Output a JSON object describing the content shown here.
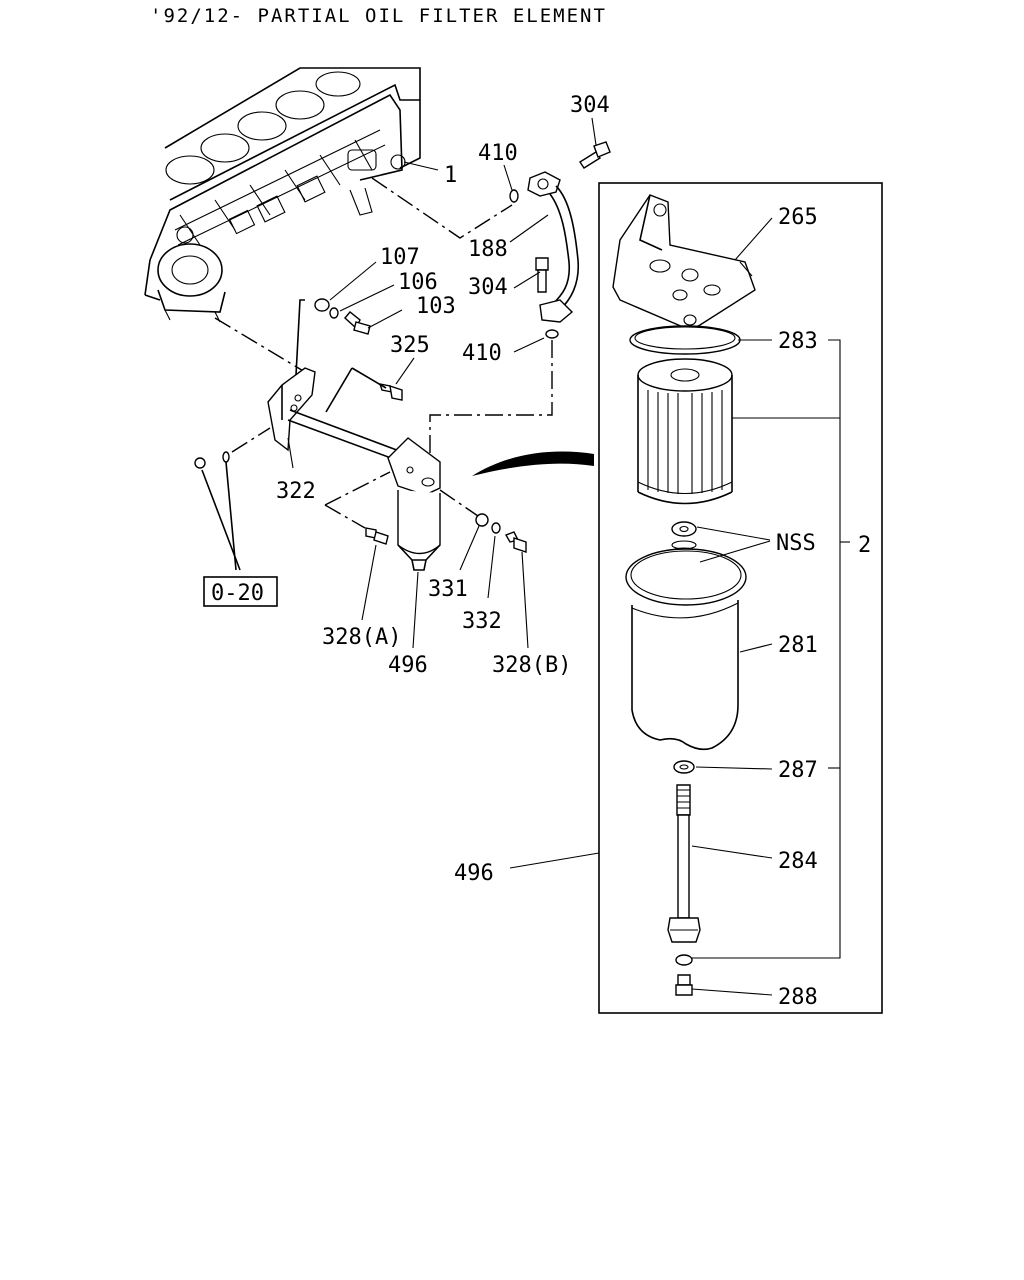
{
  "title": "'92/12- PARTIAL OIL FILTER ELEMENT",
  "callouts": {
    "c304_top": "304",
    "c410_top": "410",
    "c1": "1",
    "c188": "188",
    "c304_mid": "304",
    "c107": "107",
    "c106": "106",
    "c103": "103",
    "c325": "325",
    "c410_mid": "410",
    "c322": "322",
    "c331": "331",
    "c332": "332",
    "c328a": "328(A)",
    "c496_left": "496",
    "c328b": "328(B)",
    "c265": "265",
    "c283": "283",
    "nss": "NSS",
    "c2": "2",
    "c281": "281",
    "c287": "287",
    "c496_box": "496",
    "c284": "284",
    "c288": "288"
  },
  "ref_box": "0-20"
}
